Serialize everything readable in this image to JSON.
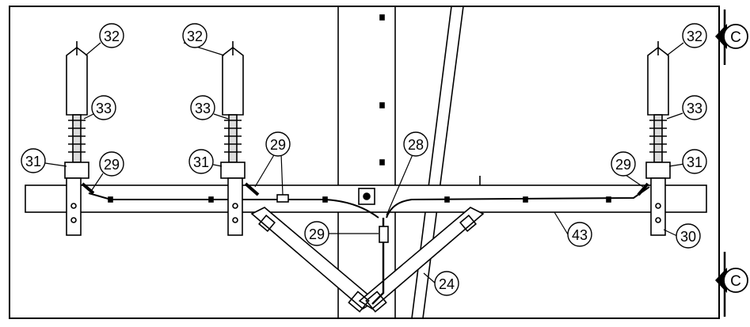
{
  "drawing": {
    "callouts": {
      "arrester_top_left": "32",
      "arrester_top_mid": "32",
      "arrester_top_right": "32",
      "insulator_left": "33",
      "insulator_mid": "33",
      "insulator_right": "33",
      "bracket_left": "31",
      "bracket_mid": "31",
      "bracket_right": "31",
      "connector_left": "29",
      "connector_mid": "29",
      "connector_right": "29",
      "connector_pole": "29",
      "ground_lead": "28",
      "crossarm": "43",
      "brace": "24",
      "mount_right": "30"
    },
    "section_markers": {
      "upper": "C",
      "lower": "C"
    },
    "colors": {
      "line": "#000000",
      "fill_light": "#ffffff",
      "shade": "#cfcfcf"
    }
  }
}
